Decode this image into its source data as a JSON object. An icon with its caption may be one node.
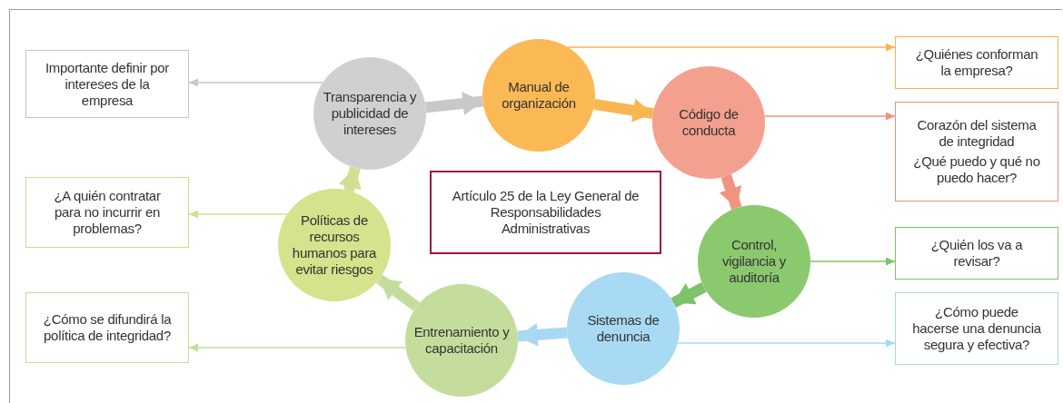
{
  "diagram": {
    "nodes": [
      {
        "text": [
          "Importante definir por intereses de la empresa"
        ]
      },
      {
        "text": [
          "Transparencia y publicidad de intereses"
        ]
      },
      {
        "text": [
          "Manual de organización"
        ]
      },
      {
        "text": [
          "¿Quiénes conforman la empresa?"
        ]
      },
      {
        "text": [
          "Código de conducta"
        ]
      },
      {
        "text": [
          "Corazón del sistema de integridad",
          "¿Qué puedo y qué no puedo hacer?"
        ]
      },
      {
        "text": [
          "¿A quién contratar para no incurrir en problemas?"
        ]
      },
      {
        "text": [
          "Políticas de recursos humanos para evitar riesgos"
        ]
      },
      {
        "text": [
          "Artículo 25 de la Ley General de Responsabilidades Administrativas"
        ]
      },
      {
        "text": [
          "Control, vigilancia y auditoría"
        ]
      },
      {
        "text": [
          "¿Quién los va a revisar?"
        ]
      },
      {
        "text": [
          "¿Cómo se difundirá la política de integridad?"
        ]
      },
      {
        "text": [
          "Entrenamiento y capacitación"
        ]
      },
      {
        "text": [
          "Sistemas de denuncia"
        ]
      },
      {
        "text": [
          "¿Cómo puede hacerse una denuncia segura y efectiva?"
        ]
      }
    ],
    "edges": [
      {
        "from": 1,
        "to": 0,
        "arrow": "to",
        "color": "#c8c8c8"
      },
      {
        "from": 1,
        "to": 2,
        "arrow": "to",
        "style": "thick",
        "color": "#c8c8c8"
      },
      {
        "from": 2,
        "to": 3,
        "arrow": "to",
        "color": "#f9b54f"
      },
      {
        "from": 2,
        "to": 4,
        "arrow": "to",
        "style": "thick",
        "color": "#f9b54f"
      },
      {
        "from": 4,
        "to": 5,
        "arrow": "to",
        "color": "#f0937f"
      },
      {
        "from": 4,
        "to": 9,
        "arrow": "to",
        "style": "thick",
        "color": "#f0937f"
      },
      {
        "from": 9,
        "to": 10,
        "arrow": "to",
        "color": "#7cc36a"
      },
      {
        "from": 9,
        "to": 13,
        "arrow": "to",
        "style": "thick",
        "color": "#7cc36a"
      },
      {
        "from": 13,
        "to": 14,
        "arrow": "to",
        "color": "#a9d8f2"
      },
      {
        "from": 13,
        "to": 12,
        "arrow": "to",
        "style": "thick",
        "color": "#a9d8f2"
      },
      {
        "from": 12,
        "to": 11,
        "arrow": "to",
        "color": "#c5dd9c"
      },
      {
        "from": 12,
        "to": 7,
        "arrow": "to",
        "style": "thick",
        "color": "#c5dd9c"
      },
      {
        "from": 7,
        "to": 6,
        "arrow": "to",
        "color": "#cfe190"
      },
      {
        "from": 7,
        "to": 1,
        "arrow": "to",
        "style": "thick",
        "color": "#cfe190"
      }
    ]
  }
}
